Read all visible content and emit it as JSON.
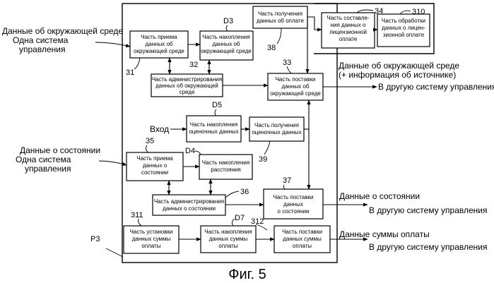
{
  "figure": {
    "caption": "Фиг. 5",
    "frame_ref": "P3"
  },
  "blocks": {
    "env_receive": {
      "ref": "31",
      "lines": [
        "Часть приема",
        "данных об",
        "окружающей среде"
      ]
    },
    "env_accumulate": {
      "ref": "D3",
      "lines": [
        "Часть накопления",
        "данных об",
        "окружающей среде"
      ]
    },
    "env_admin": {
      "ref": "32",
      "lines": [
        "Часть администрирования",
        "данных об окружающей",
        "среде"
      ]
    },
    "payment_get": {
      "ref": "38",
      "lines": [
        "Часть получения",
        "данных об оплате"
      ]
    },
    "license_compose": {
      "ref": "34",
      "lines": [
        "Часть составле-",
        "ния данных о",
        "лицензионной",
        "оплате"
      ]
    },
    "license_process": {
      "ref": "310",
      "lines": [
        "Часть обработки",
        "данных о лицен-",
        "зионной оплате"
      ]
    },
    "env_supply": {
      "ref": "33",
      "lines": [
        "Часть поставки",
        "данных об",
        "окружающей среде"
      ]
    },
    "eval_accumulate": {
      "ref": "D5",
      "lines": [
        "Часть накопления",
        "оценочных данных"
      ]
    },
    "eval_get": {
      "ref": "39",
      "lines": [
        "Часть получения",
        "оценочных данных"
      ]
    },
    "state_receive": {
      "ref": "35",
      "lines": [
        "Часть приема",
        "данных о",
        "состоянии"
      ]
    },
    "distance_accumulate": {
      "ref": "D4",
      "lines": [
        "Часть накопления",
        "расстояния"
      ]
    },
    "state_admin": {
      "ref": "36",
      "lines": [
        "Часть администрирования",
        "данных о состоянии"
      ]
    },
    "state_supply": {
      "ref": "37",
      "lines": [
        "Часть поставки",
        "данных",
        "о состоянии"
      ]
    },
    "amount_set": {
      "ref": "311",
      "lines": [
        "Часть установки",
        "данных суммы",
        "оплаты"
      ]
    },
    "amount_accumulate": {
      "ref": "D7",
      "lines": [
        "Часть накопления",
        "данных суммы",
        "оплаты"
      ]
    },
    "amount_supply": {
      "ref": "312",
      "lines": [
        "Часть поставки",
        "данных суммы",
        "оплаты"
      ]
    }
  },
  "inputs": {
    "env_data": {
      "lines": [
        "Данные об окружающей среде",
        "Одна система",
        "управления"
      ]
    },
    "state_data": {
      "lines": [
        "Данные о состоянии",
        "Одна система",
        "управления"
      ]
    },
    "entry": "Вход"
  },
  "outputs": {
    "env_out": {
      "lines": [
        "Данные об окружающей среде",
        "(+ информация об источнике)"
      ],
      "dest": "В другую систему управления"
    },
    "state_out": {
      "lines": [
        "Данные о состоянии"
      ],
      "dest": "В другую систему управления"
    },
    "amount_out": {
      "lines": [
        "Данные суммы оплаты"
      ],
      "dest": "В другую систему управления"
    }
  }
}
